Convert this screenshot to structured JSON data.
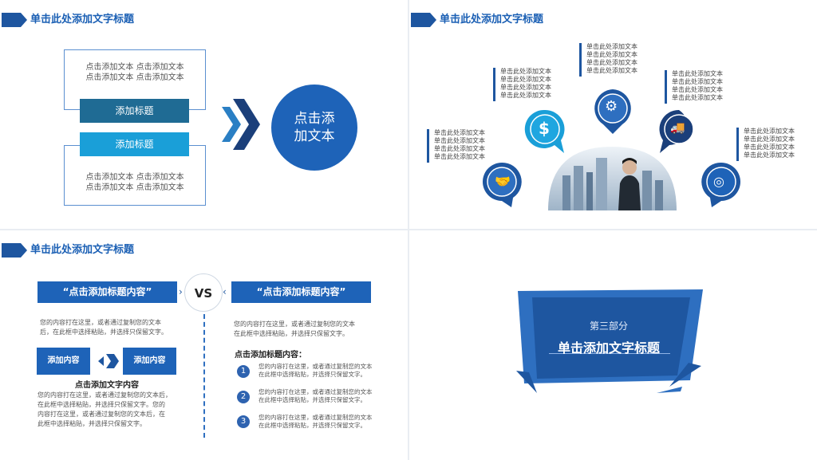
{
  "slides": {
    "s1": {
      "header": "单击此处添加文字标题",
      "top_box_text": "点击添加文本 点击添加文本\n点击添加文本 点击添加文本",
      "bar1": "添加标题",
      "bar2": "添加标题",
      "bottom_box_text": "点击添加文本 点击添加文本\n点击添加文本 点击添加文本",
      "circle_text": "点击添\n加文本"
    },
    "s2": {
      "header": "单击此处添加文字标题",
      "annotations": [
        "单击此处添加文本\n单击此处添加文本\n单击此处添加文本\n单击此处添加文本",
        "单击此处添加文本\n单击此处添加文本\n单击此处添加文本\n单击此处添加文本",
        "单击此处添加文本\n单击此处添加文本\n单击此处添加文本\n单击此处添加文本",
        "单击此处添加文本\n单击此处添加文本\n单击此处添加文本\n单击此处添加文本",
        "单击此处添加文本\n单击此处添加文本\n单击此处添加文本\n单击此处添加文本"
      ],
      "icons": [
        "handshake-icon",
        "dollar-icon",
        "gear-icon",
        "truck-icon",
        "target-icon"
      ]
    },
    "s3": {
      "header": "单击此处添加文字标题",
      "left_title": "“点击添加标题内容”",
      "vs": "VS",
      "right_title": "“点击添加标题内容”",
      "left_para": "您的内容打在这里，或者通过复制您的文本\n后，在此框中选择粘贴，并选择只保留文字。",
      "btn1": "添加内容",
      "btn2": "添加内容",
      "sub_title": "点击添加文字内容",
      "left_para2": "您的内容打在这里，或者通过复制您的文本后，\n在此框中选择粘贴，并选择只保留文字。您的\n内容打在这里，或者通过复制您的文本后，在\n此框中选择粘贴，并选择只保留文字。",
      "right_para": "您的内容打在这里，或者通过复制您的文本\n在此框中选择粘贴，并选择只保留文字。",
      "right_sub": "点击添加标题内容：",
      "items": [
        {
          "num": "1",
          "text": "您的内容打在这里，或者通过复制您的文本\n在此框中选择粘贴，并选择只保留文字。"
        },
        {
          "num": "2",
          "text": "您的内容打在这里，或者通过复制您的文本\n在此框中选择粘贴，并选择只保留文字。"
        },
        {
          "num": "3",
          "text": "您的内容打在这里，或者通过复制您的文本\n在此框中选择粘贴，并选择只保留文字。"
        }
      ]
    },
    "s4": {
      "part": "第三部分",
      "title": "单击添加文字标题"
    }
  },
  "colors": {
    "primary": "#1e56a0",
    "accent": "#1a9fd8",
    "teal_bar": "#1f6b94"
  }
}
